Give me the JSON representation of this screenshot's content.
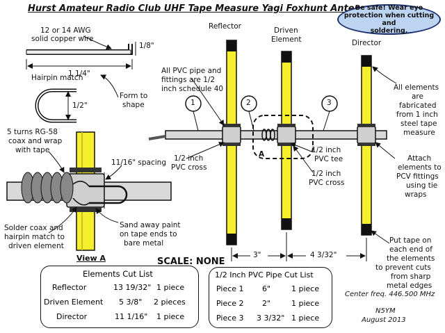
{
  "title": "Hurst Amateur Radio Club UHF Tape Measure Yagi Foxhunt Antenna",
  "safety_note": {
    "line1": "Be safe!  Wear eye",
    "line2": "protection when cutting and",
    "line3": "soldering."
  },
  "wire_detail": {
    "wire_label_1": "12 or 14 AWG",
    "wire_label_2": "solid copper wire",
    "bend_dim": "1/8\"",
    "length_dim": "1 1/4\"",
    "hairpin_label": "Hairpin match",
    "hairpin_dim": "1/2\"",
    "form_label_1": "Form to",
    "form_label_2": "shape"
  },
  "view_a": {
    "coax_1": "5 turns RG-58",
    "coax_2": "coax and wrap",
    "coax_3": "with tape",
    "spacing": "11/16\" spacing",
    "solder_1": "Solder coax and",
    "solder_2": "hairpin match to",
    "solder_3": "driven element",
    "sand_1": "Sand away paint",
    "sand_2": "on tape ends to",
    "sand_3": "bare metal",
    "caption": "View A"
  },
  "antenna": {
    "reflector": "Reflector",
    "driven_1": "Driven",
    "driven_2": "Element",
    "director": "Director",
    "pvc_note_1": "All PVC pipe and",
    "pvc_note_2": "fittings are 1/2",
    "pvc_note_3": "inch schedule 40",
    "marker_1": "1",
    "marker_2": "2",
    "marker_3": "3",
    "marker_a": "A",
    "cross_left_1": "1/2 inch",
    "cross_left_2": "PVC cross",
    "tee_1": "1/2 inch",
    "tee_2": "PVC tee",
    "cross_right_1": "1/2 inch",
    "cross_right_2": "PVC cross",
    "elements_1": "All elements",
    "elements_2": "are",
    "elements_3": "fabricated",
    "elements_4": "from 1 inch",
    "elements_5": "steel tape",
    "elements_6": "measure",
    "attach_1": "Attach",
    "attach_2": "elements to",
    "attach_3": "PCV fittings",
    "attach_4": "using tie",
    "attach_5": "wraps",
    "tape_1": "Put tape on",
    "tape_2": "each end of",
    "tape_3": "the elements",
    "tape_4": "to prevent cuts",
    "tape_5": "from sharp",
    "tape_6": "metal edges",
    "dim_left": "3\"",
    "dim_right": "4 3/32\"",
    "scale": "SCALE: NONE"
  },
  "elements_cut_list": {
    "title": "Elements Cut List",
    "rows": [
      {
        "name": "Reflector",
        "length": "13 19/32\"",
        "qty": "1 piece"
      },
      {
        "name": "Driven Element",
        "length": "5 3/8\"",
        "qty": "2 pieces"
      },
      {
        "name": "Director",
        "length": "11 1/16\"",
        "qty": "1 piece"
      }
    ]
  },
  "pvc_cut_list": {
    "title": "1/2 Inch PVC Pipe Cut List",
    "rows": [
      {
        "name": "Piece 1",
        "length": "6\"",
        "qty": "1 piece"
      },
      {
        "name": "Piece  2",
        "length": "2\"",
        "qty": "1 piece"
      },
      {
        "name": "Piece 3",
        "length": "3 3/32\"",
        "qty": "1 piece"
      }
    ]
  },
  "footer": {
    "freq": "Center freq. 446.500 MHz",
    "callsign": "N5YM",
    "date": "August 2013"
  },
  "colors": {
    "element_yellow": "#f6ef2e",
    "pvc_gray": "#d9d9d9",
    "safety_blue": "#bcd4f2"
  }
}
